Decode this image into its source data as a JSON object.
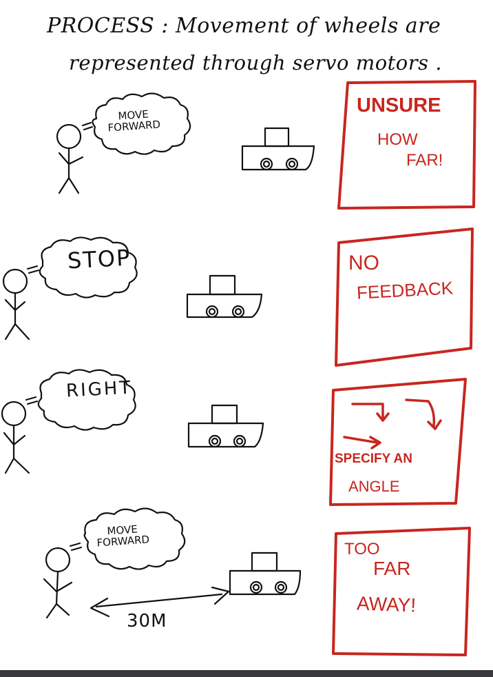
{
  "title": {
    "line1": "PROCESS :  Movement of wheels are",
    "line2": "represented through  servo motors ."
  },
  "panels": [
    {
      "speech": "MOVE\nFORWARD",
      "note_lines": [
        "UNSURE",
        "HOW",
        "FAR!"
      ]
    },
    {
      "speech": "STOP",
      "note_lines": [
        "NO",
        "FEEDBACK"
      ]
    },
    {
      "speech": "RIGHT",
      "note_lines": [
        "SPECIFY AN",
        "ANGLE"
      ]
    },
    {
      "speech": "MOVE\nFORWARD",
      "distance_label": "30M",
      "note_lines": [
        "TOO",
        "FAR",
        "AWAY!"
      ]
    }
  ],
  "colors": {
    "ink": "#111111",
    "red": "#c8261f",
    "bar": "#3a3a3c"
  }
}
